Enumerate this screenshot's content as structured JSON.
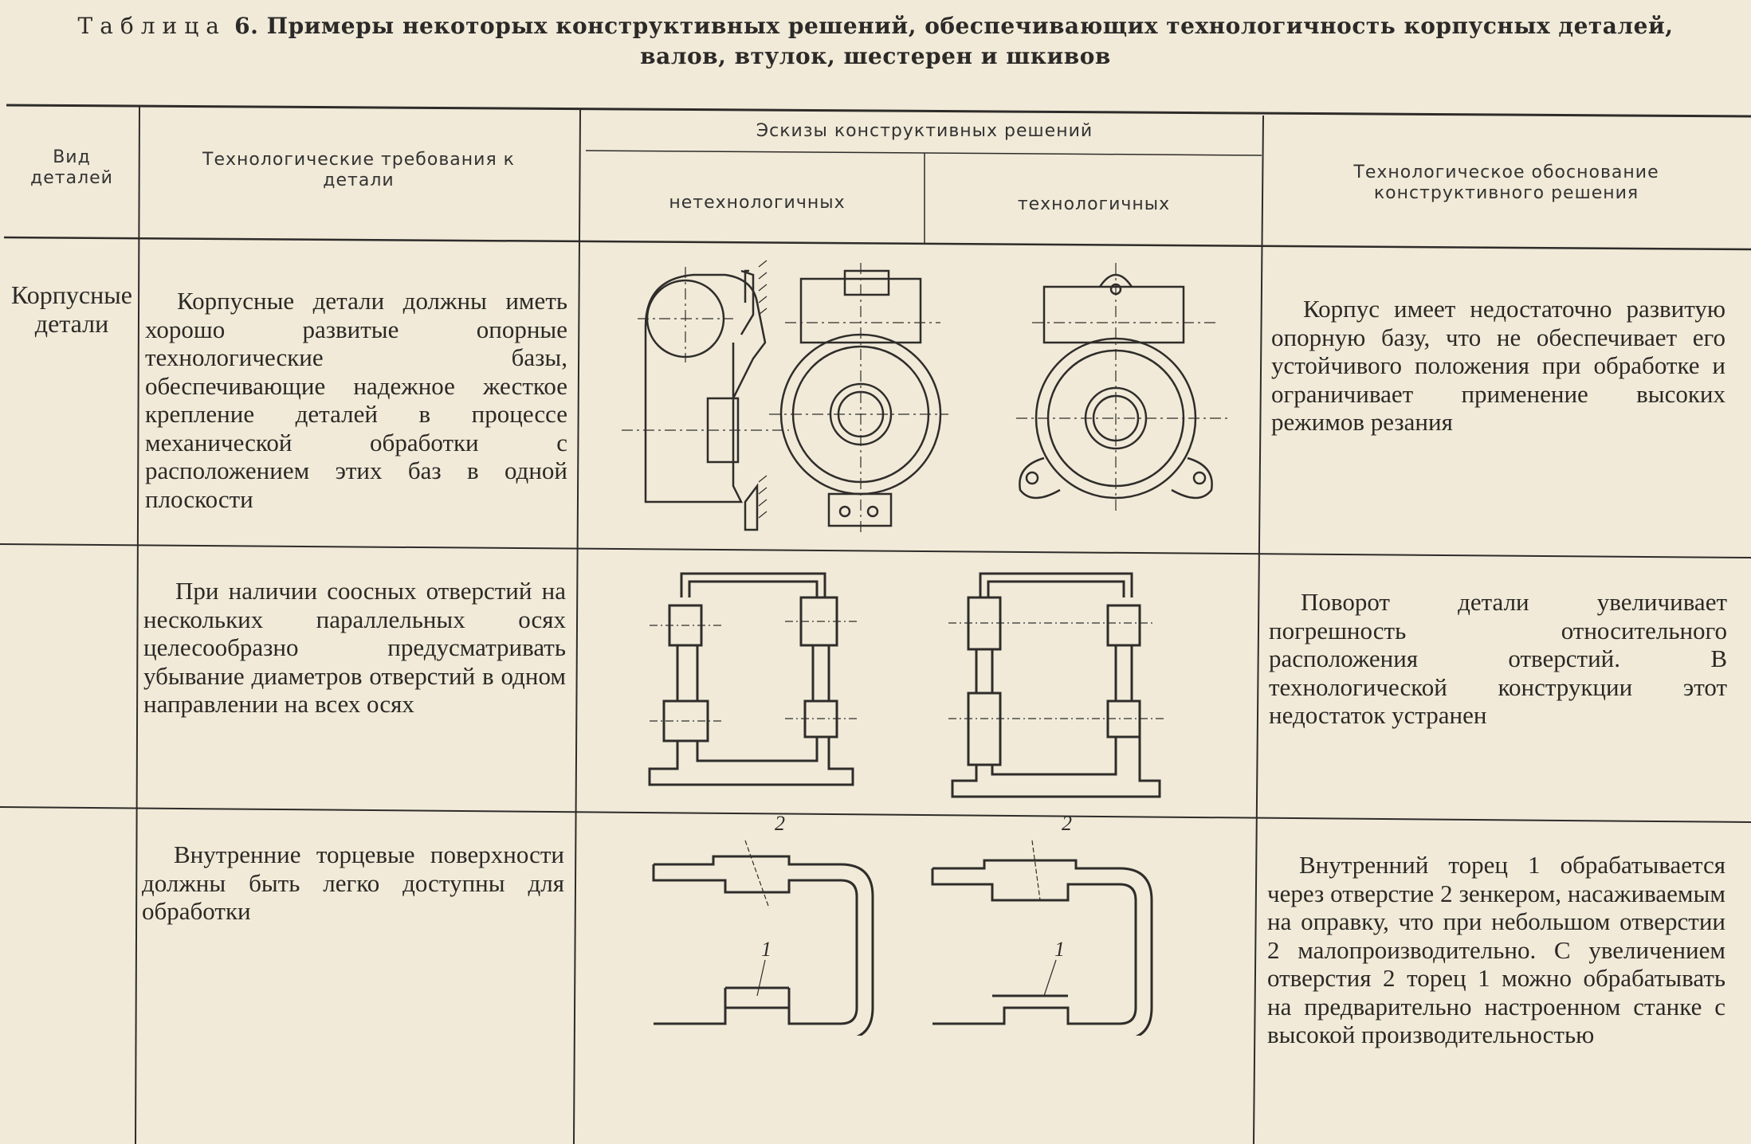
{
  "title": {
    "prefix": "Таблица",
    "number": "6.",
    "line1": "Примеры некоторых конструктивных решений, обеспечивающих технологичность корпусных деталей,",
    "line2": "валов, втулок, шестерен и шкивов"
  },
  "headers": {
    "kind": "Вид деталей",
    "requirements": "Технологические требования к детали",
    "sketches": "Эскизы конструктивных решений",
    "non_tech": "нетехнологичных",
    "tech": "технологичных",
    "rationale": "Технологическое обоснование конструктивного решения"
  },
  "rows": [
    {
      "kind": "Корпусные детали",
      "requirement": "Корпусные детали должны иметь хорошо развитые опорные технологические базы, обеспечивающие надежное жесткое крепление деталей в процессе механической обработки с расположением этих баз в одной плоскости",
      "rationale": "Корпус имеет недостаточно развитую опорную базу, что не обеспечивает его устойчивого положения при обработке и ограничивает применение высоких режимов резания"
    },
    {
      "kind": "",
      "requirement": "При наличии соосных отверстий на нескольких параллельных осях целесообразно предусматривать убывание диаметров отверстий в одном направлении на всех осях",
      "rationale": "Поворот детали увеличивает погрешность относительного расположения отверстий. В технологической конструкции этот недостаток устранен"
    },
    {
      "kind": "",
      "requirement": "Внутренние торцевые поверхности должны быть легко доступны для обработки",
      "rationale": "Внутренний торец 1 обрабатывается через отверстие 2 зенкером, насаживаемым на оправку, что при небольшом отверстии 2 малопроизводительно. С увеличением отверстия 2 торец 1 можно обрабатывать на предварительно настроенном станке с высокой производительностью",
      "sketch_labels": {
        "hole": "2",
        "face": "1"
      }
    }
  ]
}
